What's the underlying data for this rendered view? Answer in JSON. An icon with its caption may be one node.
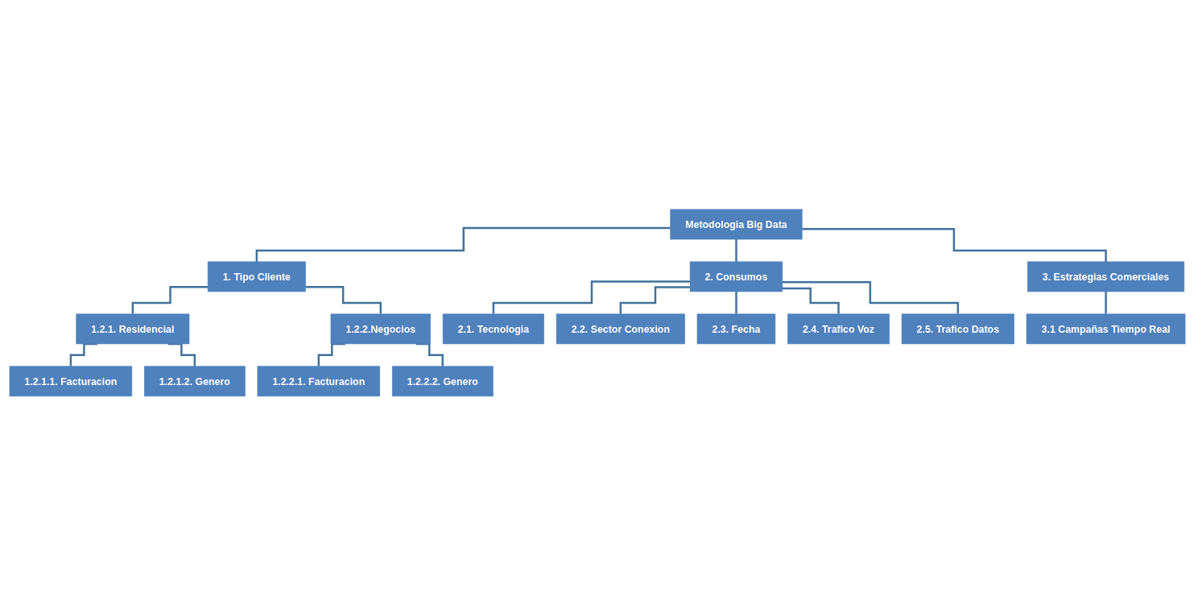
{
  "diagram": {
    "nodes": [
      {
        "text": [
          "Metodologia Big Data"
        ]
      },
      {
        "text": [
          "1. Tipo Cliente"
        ]
      },
      {
        "text": [
          "2. Consumos"
        ]
      },
      {
        "text": [
          "3. Estrategias Comerciales"
        ]
      },
      {
        "text": [
          "1.2.1. Residencial"
        ]
      },
      {
        "text": [
          "1.2.2.Negocios"
        ]
      },
      {
        "text": [
          "1.2.1.1. Facturacion"
        ]
      },
      {
        "text": [
          "1.2.1.2. Genero"
        ]
      },
      {
        "text": [
          "1.2.2.1. Facturacion"
        ]
      },
      {
        "text": [
          "1.2.2.2. Genero"
        ]
      },
      {
        "text": [
          "2.1. Tecnologia"
        ]
      },
      {
        "text": [
          "2.2. Sector Conexion"
        ]
      },
      {
        "text": [
          "2.3. Fecha"
        ]
      },
      {
        "text": [
          "2.4. Trafico Voz"
        ]
      },
      {
        "text": [
          "2.5. Trafico Datos"
        ]
      },
      {
        "text": [
          "3.1 Campañas Tiempo Real"
        ]
      }
    ],
    "edges": [
      {
        "from": 0,
        "to": 1,
        "arrow": "none"
      },
      {
        "from": 0,
        "to": 2,
        "arrow": "none"
      },
      {
        "from": 0,
        "to": 3,
        "arrow": "none"
      },
      {
        "from": 1,
        "to": 4,
        "arrow": "none"
      },
      {
        "from": 1,
        "to": 5,
        "arrow": "none"
      },
      {
        "from": 4,
        "to": 6,
        "arrow": "none"
      },
      {
        "from": 4,
        "to": 7,
        "arrow": "none"
      },
      {
        "from": 5,
        "to": 8,
        "arrow": "none"
      },
      {
        "from": 5,
        "to": 9,
        "arrow": "none"
      },
      {
        "from": 2,
        "to": 10,
        "arrow": "none"
      },
      {
        "from": 2,
        "to": 11,
        "arrow": "none"
      },
      {
        "from": 2,
        "to": 12,
        "arrow": "none"
      },
      {
        "from": 2,
        "to": 13,
        "arrow": "none"
      },
      {
        "from": 2,
        "to": 14,
        "arrow": "none"
      },
      {
        "from": 3,
        "to": 15,
        "arrow": "none"
      }
    ]
  }
}
